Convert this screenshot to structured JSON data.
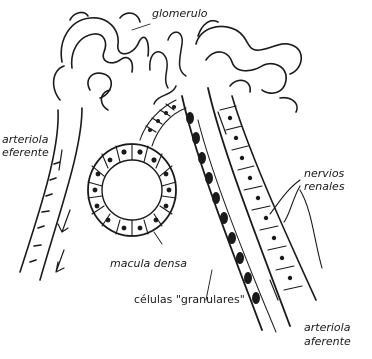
{
  "labels": {
    "glomerulo": "glomerulo",
    "arteriola_eferente_1": "arteriola",
    "arteriola_eferente_2": "eferente",
    "nervios_renales_1": "nervios",
    "nervios_renales_2": "renales",
    "macula_densa": "macula densa",
    "celulas_granulares": "células \"granulares\"",
    "arteriola_aferente_1": "arteriola",
    "arteriola_aferente_2": "aferente"
  },
  "colors": {
    "ink": "#1a1a1a",
    "background": "#ffffff"
  }
}
